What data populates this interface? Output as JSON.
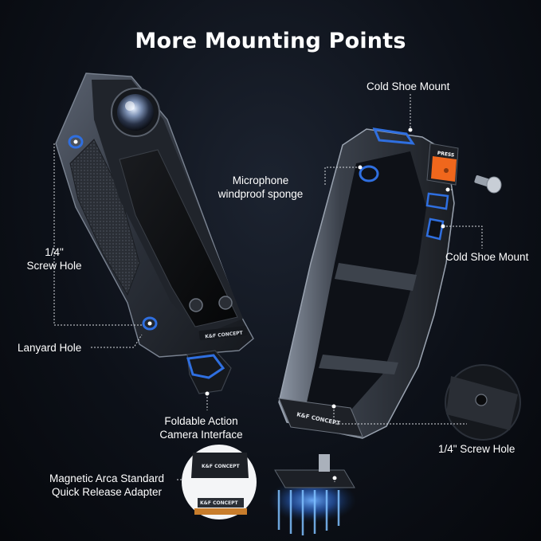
{
  "title": "More Mounting Points",
  "labels": {
    "cold_shoe_top": "Cold Shoe Mount",
    "microphone_line1": "Microphone",
    "microphone_line2": "windproof sponge",
    "cold_shoe_side": "Cold Shoe Mount",
    "screw_hole_left_line1": "1/4\"",
    "screw_hole_left_line2": "Screw Hole",
    "lanyard_hole": "Lanyard Hole",
    "foldable_line1": "Foldable Action",
    "foldable_line2": "Camera Interface",
    "screw_hole_right": "1/4\" Screw Hole",
    "magnetic_line1": "Magnetic Arca Standard",
    "magnetic_line2": "Quick Release Adapter"
  },
  "product_marks": {
    "brand_cage": "K&F CONCEPT",
    "brand_plate": "K&F CONCEPT",
    "brand_adapter_top": "K&F CONCEPT",
    "brand_adapter_bottom": "K&F CONCEPT",
    "press_button": "PRESS"
  },
  "colors": {
    "background": "#0b0f16",
    "highlight_blue": "#2f6fe0",
    "press_orange": "#f0671c",
    "label_text": "#ffffff",
    "leader_line": "#d6d9de"
  }
}
